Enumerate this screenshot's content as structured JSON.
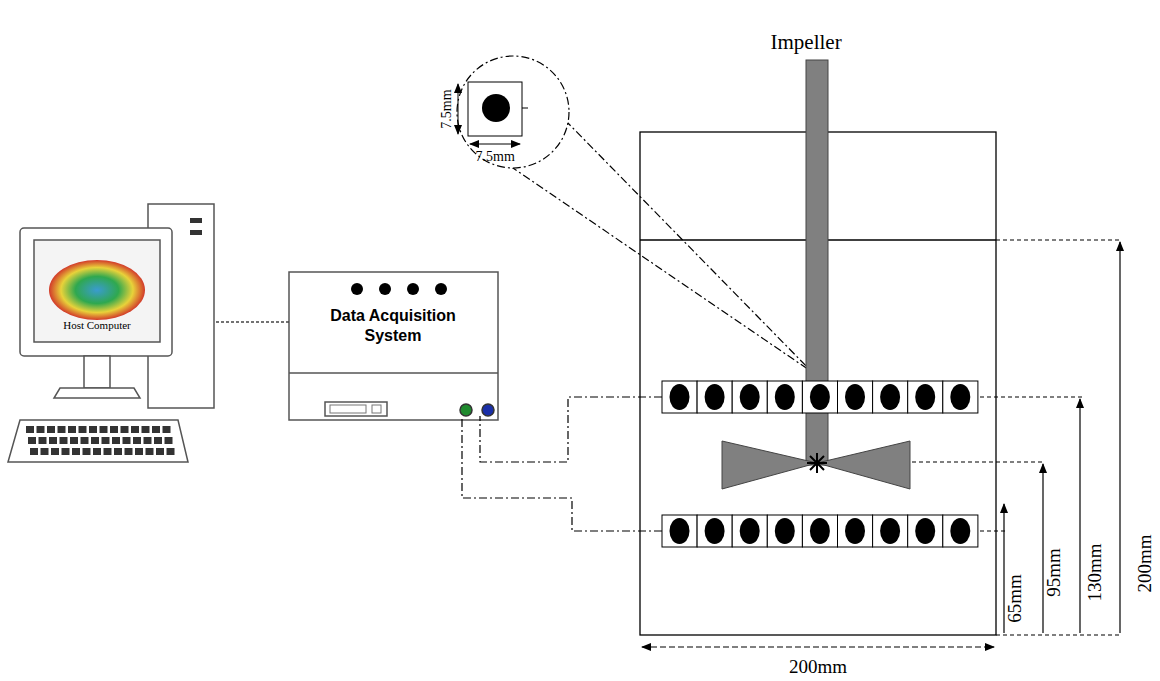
{
  "diagram": {
    "nodes": [
      {
        "text": [
          "Host Computer"
        ]
      },
      {
        "text": [
          "Data Acquisition System"
        ]
      }
    ],
    "edges": [
      {
        "from": 0,
        "to": 1,
        "arrow": "none"
      }
    ],
    "labels": [
      "Impeller",
      "7.5mm",
      "7.5mm",
      "65mm",
      "95mm",
      "130mm",
      "200mm",
      "200mm"
    ]
  }
}
